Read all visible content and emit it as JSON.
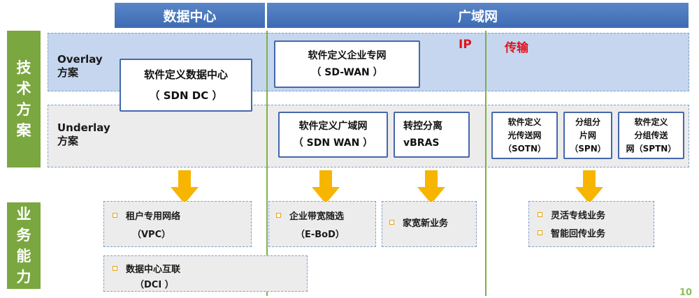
{
  "headers": {
    "datacenter": "数据中心",
    "wan": "广域网"
  },
  "side_labels": {
    "tech": [
      "技",
      "术",
      "方",
      "案"
    ],
    "biz": [
      "业",
      "务",
      "能",
      "力"
    ]
  },
  "bands": {
    "overlay_label": [
      "Overlay",
      "方案"
    ],
    "underlay_label": [
      "Underlay",
      "方案"
    ]
  },
  "wan_sections": {
    "ip": "IP",
    "transport": "传输"
  },
  "boxes": {
    "sdn_dc": [
      "软件定义数据中心",
      "（ SDN DC ）"
    ],
    "sd_wan": [
      "软件定义企业专网",
      "（ SD-WAN ）"
    ],
    "sdn_wan": [
      "软件定义广域网",
      "（ SDN  WAN ）"
    ],
    "vbras": [
      "转控分离",
      "vBRAS"
    ],
    "sotn": [
      "软件定义",
      "光传送网",
      "（SOTN）"
    ],
    "spn": [
      "分组分",
      "片网",
      "（SPN）"
    ],
    "sptn": [
      "软件定义",
      "分组传送",
      "网（SPTN）"
    ]
  },
  "capabilities": {
    "vpc": {
      "item": "租户专用网络",
      "sub": "（VPC）"
    },
    "dci": {
      "item": "数据中心互联",
      "sub": "（DCI ）"
    },
    "ebod": {
      "item": "企业带宽随选",
      "sub": "（E-BoD）"
    },
    "home": {
      "item": "家宽新业务"
    },
    "transport": {
      "items": [
        "灵活专线业务",
        "智能回传业务"
      ]
    }
  },
  "page_number": "10",
  "colors": {
    "header_blue": "#3d6bb3",
    "side_green": "#7aa740",
    "overlay_band": "#c5d6ee",
    "underlay_band": "#ececec",
    "box_border": "#4468ad",
    "arrow_yellow": "#f7b500",
    "bullet_orange": "#e8a20a",
    "accent_red": "#e0141e",
    "divider_green": "#7fb04a"
  },
  "icons": {
    "arrow": "down-arrow-icon",
    "bullet": "square-bullet-icon"
  }
}
